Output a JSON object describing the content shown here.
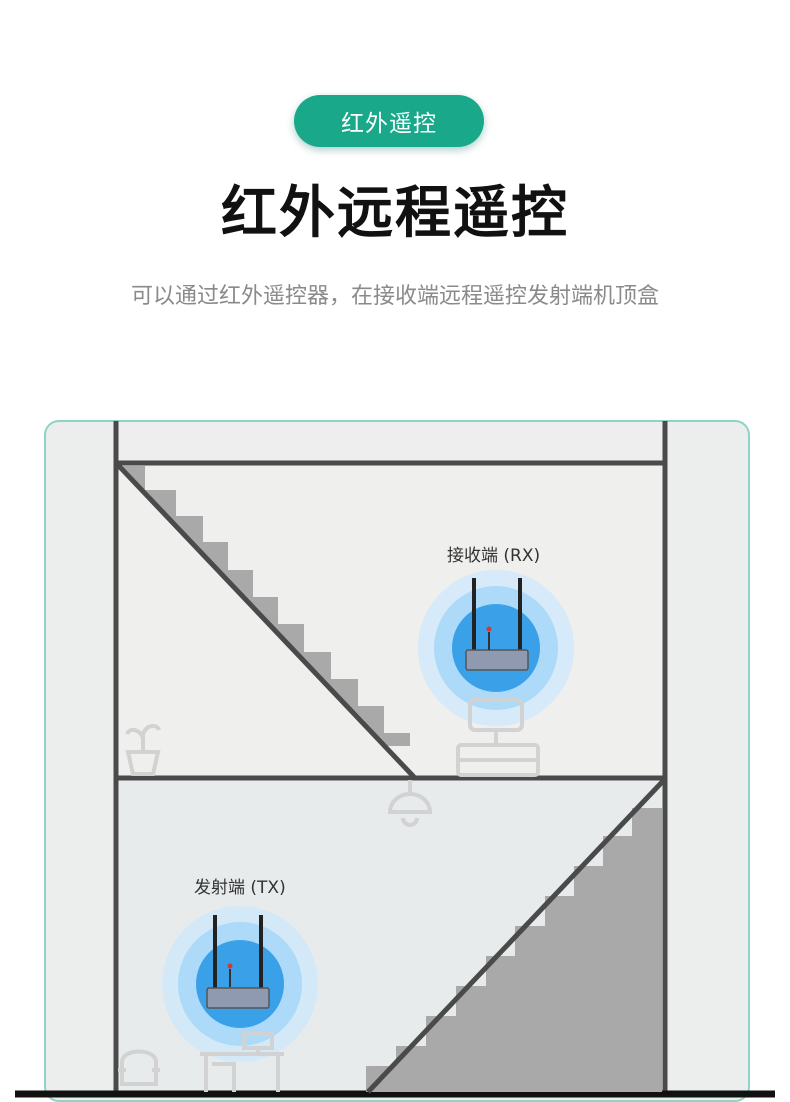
{
  "badge": {
    "label": "红外遥控"
  },
  "heading": {
    "title": "红外远程遥控",
    "subtitle": "可以通过红外遥控器，在接收端远程遥控发射端机顶盒"
  },
  "receiver": {
    "label": "接收端 (RX)"
  },
  "transmitter": {
    "label": "发射端 (TX)"
  },
  "colors": {
    "accent": "#1aa88a",
    "wave": "#3aa0e8",
    "wall": "#4a4a4a",
    "frame": "#8fd3c6"
  }
}
